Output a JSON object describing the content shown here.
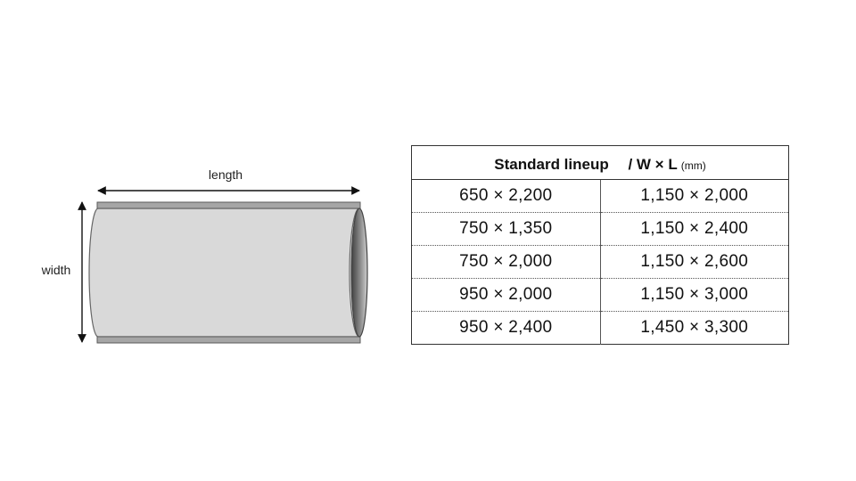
{
  "diagram": {
    "length_label": "length",
    "width_label": "width"
  },
  "table": {
    "title": "Standard lineup 　/ W × L",
    "unit": "(mm)",
    "rows": [
      [
        "650 × 2,200",
        "1,150 × 2,000"
      ],
      [
        "750 × 1,350",
        "1,150 × 2,400"
      ],
      [
        "750 × 2,000",
        "1,150 × 2,600"
      ],
      [
        "950 × 2,000",
        "1,150 × 3,000"
      ],
      [
        "950 × 2,400",
        "1,450 × 3,300"
      ]
    ]
  },
  "colors": {
    "tube_fill": "#d9d9d9",
    "tube_edge": "#777777",
    "opening_dark": "#555555"
  }
}
